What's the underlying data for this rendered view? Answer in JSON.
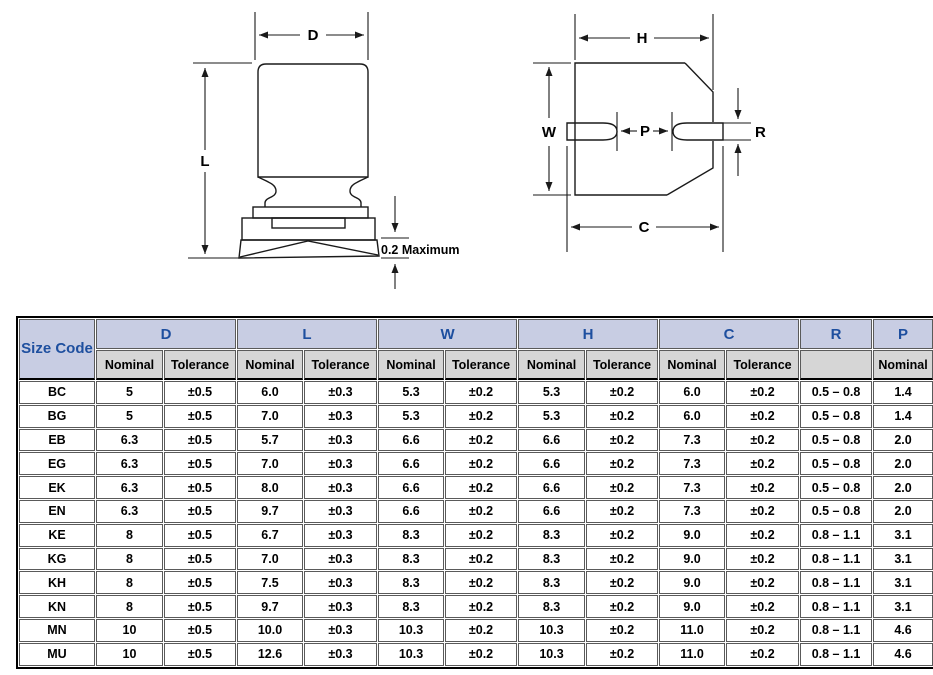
{
  "diagram_side": {
    "dim_d": "D",
    "dim_l": "L",
    "note": "0.2 Maximum"
  },
  "diagram_bottom": {
    "dim_h": "H",
    "dim_w": "W",
    "dim_p": "P",
    "dim_r": "R",
    "dim_c": "C"
  },
  "table": {
    "size_code_header": "Size Code",
    "groups": [
      {
        "label": "D",
        "sub": [
          "Nominal",
          "Tolerance"
        ]
      },
      {
        "label": "L",
        "sub": [
          "Nominal",
          "Tolerance"
        ]
      },
      {
        "label": "W",
        "sub": [
          "Nominal",
          "Tolerance"
        ]
      },
      {
        "label": "H",
        "sub": [
          "Nominal",
          "Tolerance"
        ]
      },
      {
        "label": "C",
        "sub": [
          "Nominal",
          "Tolerance"
        ]
      },
      {
        "label": "R",
        "sub": [
          ""
        ]
      },
      {
        "label": "P",
        "sub": [
          "Nominal"
        ]
      }
    ],
    "rows": [
      {
        "code": "BC",
        "values": [
          "5",
          "±0.5",
          "6.0",
          "±0.3",
          "5.3",
          "±0.2",
          "5.3",
          "±0.2",
          "6.0",
          "±0.2",
          "0.5 – 0.8",
          "1.4"
        ]
      },
      {
        "code": "BG",
        "values": [
          "5",
          "±0.5",
          "7.0",
          "±0.3",
          "5.3",
          "±0.2",
          "5.3",
          "±0.2",
          "6.0",
          "±0.2",
          "0.5 – 0.8",
          "1.4"
        ]
      },
      {
        "code": "EB",
        "values": [
          "6.3",
          "±0.5",
          "5.7",
          "±0.3",
          "6.6",
          "±0.2",
          "6.6",
          "±0.2",
          "7.3",
          "±0.2",
          "0.5 – 0.8",
          "2.0"
        ]
      },
      {
        "code": "EG",
        "values": [
          "6.3",
          "±0.5",
          "7.0",
          "±0.3",
          "6.6",
          "±0.2",
          "6.6",
          "±0.2",
          "7.3",
          "±0.2",
          "0.5 – 0.8",
          "2.0"
        ]
      },
      {
        "code": "EK",
        "values": [
          "6.3",
          "±0.5",
          "8.0",
          "±0.3",
          "6.6",
          "±0.2",
          "6.6",
          "±0.2",
          "7.3",
          "±0.2",
          "0.5 – 0.8",
          "2.0"
        ]
      },
      {
        "code": "EN",
        "values": [
          "6.3",
          "±0.5",
          "9.7",
          "±0.3",
          "6.6",
          "±0.2",
          "6.6",
          "±0.2",
          "7.3",
          "±0.2",
          "0.5 – 0.8",
          "2.0"
        ]
      },
      {
        "code": "KE",
        "values": [
          "8",
          "±0.5",
          "6.7",
          "±0.3",
          "8.3",
          "±0.2",
          "8.3",
          "±0.2",
          "9.0",
          "±0.2",
          "0.8 – 1.1",
          "3.1"
        ]
      },
      {
        "code": "KG",
        "values": [
          "8",
          "±0.5",
          "7.0",
          "±0.3",
          "8.3",
          "±0.2",
          "8.3",
          "±0.2",
          "9.0",
          "±0.2",
          "0.8 – 1.1",
          "3.1"
        ]
      },
      {
        "code": "KH",
        "values": [
          "8",
          "±0.5",
          "7.5",
          "±0.3",
          "8.3",
          "±0.2",
          "8.3",
          "±0.2",
          "9.0",
          "±0.2",
          "0.8 – 1.1",
          "3.1"
        ]
      },
      {
        "code": "KN",
        "values": [
          "8",
          "±0.5",
          "9.7",
          "±0.3",
          "8.3",
          "±0.2",
          "8.3",
          "±0.2",
          "9.0",
          "±0.2",
          "0.8 – 1.1",
          "3.1"
        ]
      },
      {
        "code": "MN",
        "values": [
          "10",
          "±0.5",
          "10.0",
          "±0.3",
          "10.3",
          "±0.2",
          "10.3",
          "±0.2",
          "11.0",
          "±0.2",
          "0.8 – 1.1",
          "4.6"
        ]
      },
      {
        "code": "MU",
        "values": [
          "10",
          "±0.5",
          "12.6",
          "±0.3",
          "10.3",
          "±0.2",
          "10.3",
          "±0.2",
          "11.0",
          "±0.2",
          "0.8 – 1.1",
          "4.6"
        ]
      }
    ]
  },
  "colors": {
    "header_bg": "#c8cde3",
    "subheader_bg": "#d6d6d6",
    "header_text": "#1e4f9f",
    "line": "#1a1a1a"
  }
}
